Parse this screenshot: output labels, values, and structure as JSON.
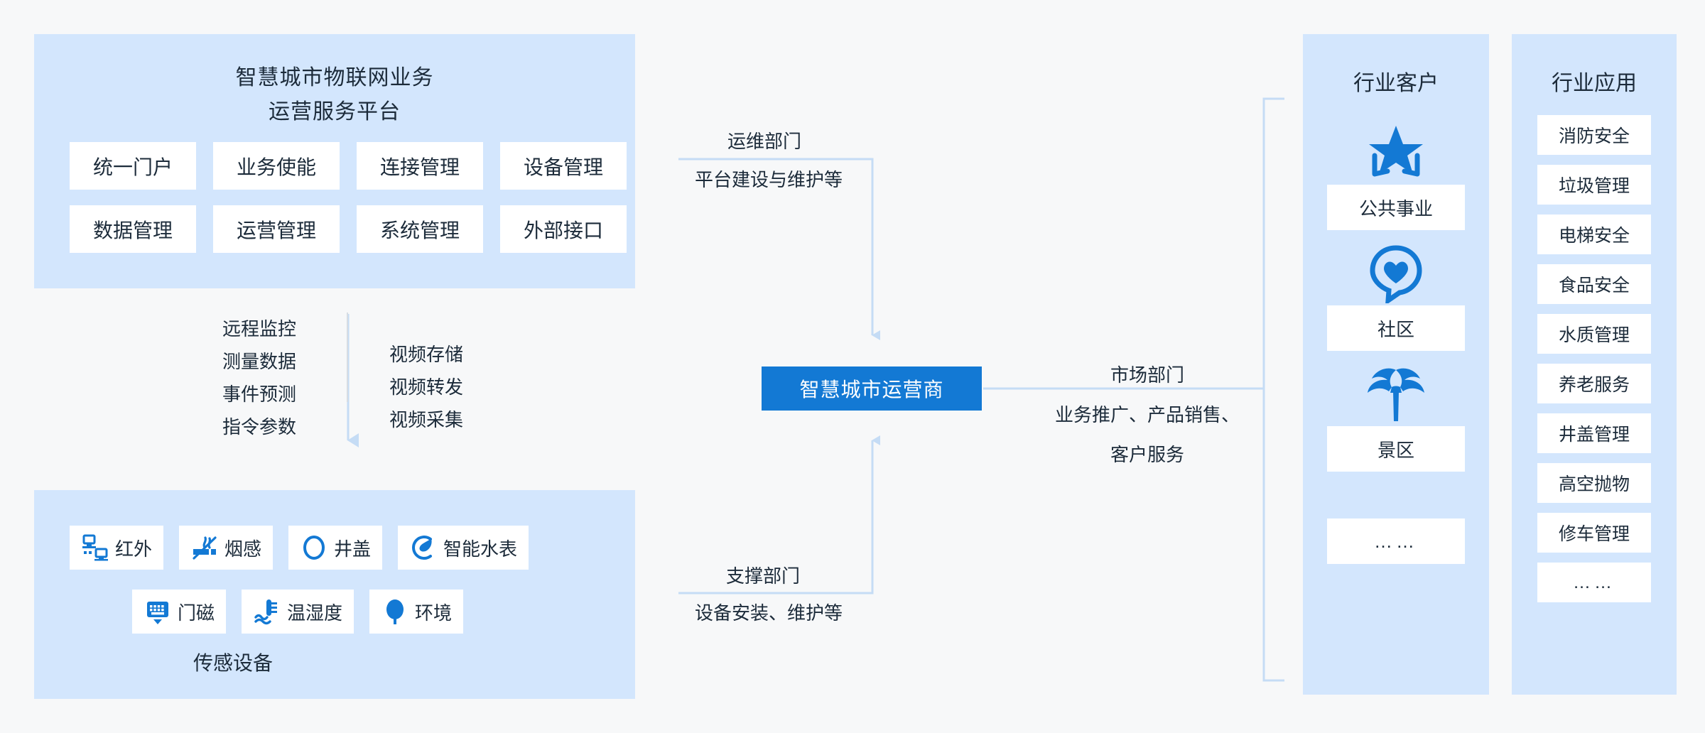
{
  "platform": {
    "title_line1": "智慧城市物联网业务",
    "title_line2": "运营服务平台",
    "modules": [
      "统一门户",
      "业务使能",
      "连接管理",
      "设备管理",
      "数据管理",
      "运营管理",
      "系统管理",
      "外部接口"
    ]
  },
  "middle_flow": {
    "left_column": [
      "远程监控",
      "测量数据",
      "事件预测",
      "指令参数"
    ],
    "right_column": [
      "视频存储",
      "视频转发",
      "视频采集"
    ]
  },
  "sensors": {
    "caption": "传感设备",
    "row1": [
      {
        "label": "红外",
        "icon": "infrared-icon"
      },
      {
        "label": "烟感",
        "icon": "smoke-sensor-icon"
      },
      {
        "label": "井盖",
        "icon": "manhole-cover-icon"
      },
      {
        "label": "智能水表",
        "icon": "smart-water-meter-icon"
      }
    ],
    "row2": [
      {
        "label": "门磁",
        "icon": "door-magnet-icon"
      },
      {
        "label": "温湿度",
        "icon": "temperature-humidity-icon"
      },
      {
        "label": "环境",
        "icon": "environment-tree-icon"
      }
    ]
  },
  "operator": {
    "label": "智慧城市运营商"
  },
  "connectors": {
    "ops_title": "运维部门",
    "ops_sub": "平台建设与维护等",
    "support_title": "支撑部门",
    "support_sub": "设备安装、维护等",
    "market_title": "市场部门",
    "market_sub_line1": "业务推广、产品销售、",
    "market_sub_line2": "客户服务"
  },
  "customers": {
    "title": "行业客户",
    "items": [
      {
        "label": "公共事业",
        "icon": "star-badge-icon"
      },
      {
        "label": "社区",
        "icon": "heart-bubble-icon"
      },
      {
        "label": "景区",
        "icon": "palm-tree-icon"
      },
      {
        "label": "……",
        "icon": "none"
      }
    ]
  },
  "applications": {
    "title": "行业应用",
    "items": [
      "消防安全",
      "垃圾管理",
      "电梯安全",
      "食品安全",
      "水质管理",
      "养老服务",
      "井盖管理",
      "高空抛物",
      "修车管理",
      "……"
    ]
  },
  "colors": {
    "page_bg": "#f7f8f9",
    "panel_bg": "#d3e6fd",
    "accent_blue": "#1379d4",
    "line_blue": "#c5dcf5",
    "text": "#1c2b3a"
  }
}
